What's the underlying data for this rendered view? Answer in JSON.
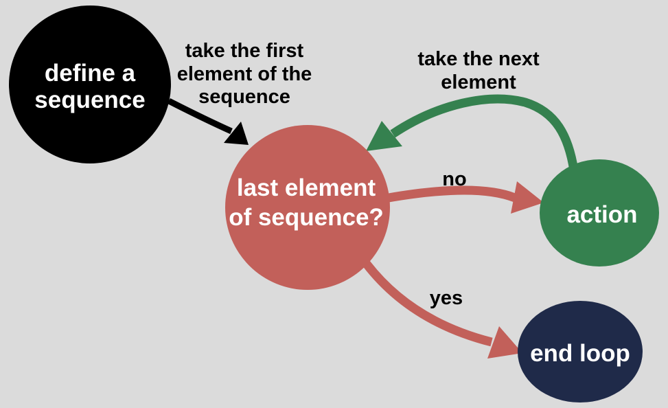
{
  "diagram": {
    "description": "Flowchart of looping over a sequence",
    "nodes": [
      {
        "id": "start",
        "shape": "circle",
        "lines": [
          "define a",
          "sequence"
        ]
      },
      {
        "id": "decision",
        "shape": "circle",
        "lines": [
          "last element",
          "of sequence?"
        ]
      },
      {
        "id": "action",
        "shape": "ellipse",
        "lines": [
          "action"
        ]
      },
      {
        "id": "end",
        "shape": "ellipse",
        "lines": [
          "end loop"
        ]
      }
    ],
    "edges": [
      {
        "id": "take-first",
        "from": "start",
        "to": "decision",
        "lines": [
          "take the first",
          "element of the",
          "sequence"
        ]
      },
      {
        "id": "no",
        "from": "decision",
        "to": "action",
        "lines": [
          "no"
        ]
      },
      {
        "id": "take-next",
        "from": "action",
        "to": "decision",
        "lines": [
          "take the next",
          "element"
        ]
      },
      {
        "id": "yes",
        "from": "decision",
        "to": "end",
        "lines": [
          "yes"
        ]
      }
    ]
  },
  "colors": {
    "background": "#dbdbdb",
    "node_start": "#000000",
    "node_decision": "#c2605a",
    "node_action": "#35814f",
    "node_end": "#1f2a49",
    "node_text": "#ffffff",
    "edge_black": "#000000",
    "edge_red": "#c2605a",
    "edge_green": "#35814f",
    "edge_label_text": "#000000"
  }
}
